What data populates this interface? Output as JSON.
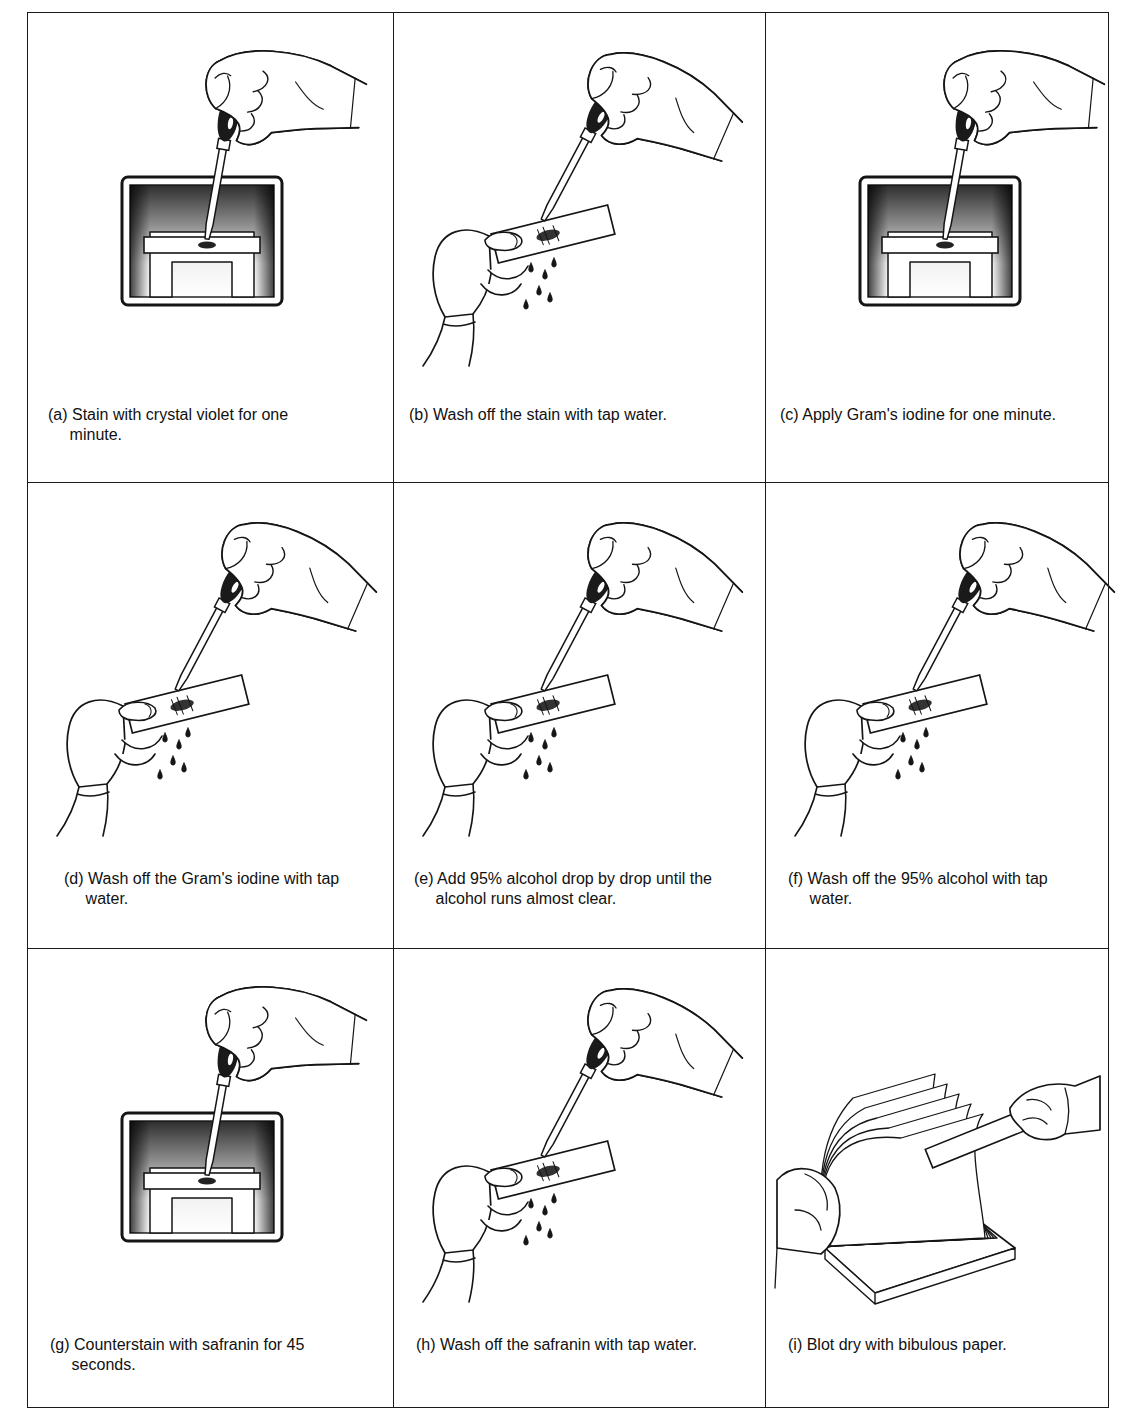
{
  "diagram": {
    "nodes": [
      {
        "text": [
          "(a) Stain with crystal violet for one minute."
        ]
      },
      {
        "text": [
          "(b) Wash off the stain with tap water."
        ]
      },
      {
        "text": [
          "(c) Apply Gram's iodine for one minute."
        ]
      },
      {
        "text": [
          "(d) Wash off the Gram's iodine with tap water."
        ]
      },
      {
        "text": [
          "(e) Add 95% alcohol drop by drop until the alcohol runs almost clear."
        ]
      },
      {
        "text": [
          "(f) Wash off the 95% alcohol with tap water."
        ]
      },
      {
        "text": [
          "(g) Counterstain with safranin for 45 seconds."
        ]
      },
      {
        "text": [
          "(h) Wash off the safranin with tap water."
        ]
      },
      {
        "text": [
          "(i) Blot dry with bibulous paper."
        ]
      }
    ]
  }
}
